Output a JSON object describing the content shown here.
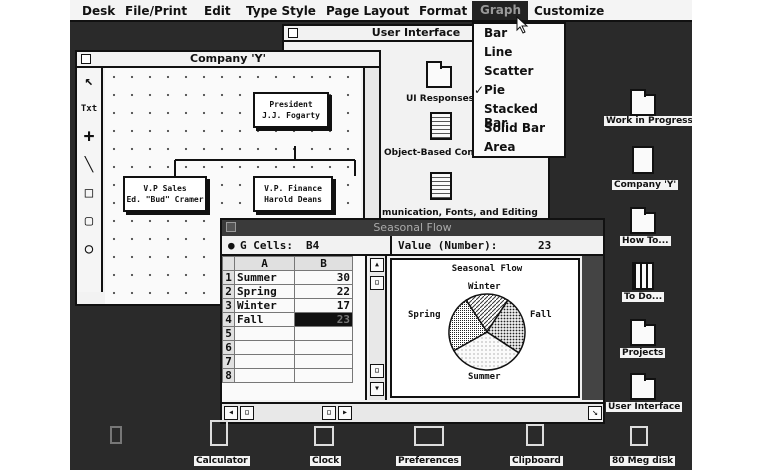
{
  "menubar": {
    "items": [
      "Desk",
      "File/Print",
      "Edit",
      "Type Style",
      "Page Layout",
      "Format",
      "Graph",
      "Customize"
    ],
    "selected": "Graph"
  },
  "graph_menu": {
    "items": [
      "Bar",
      "Line",
      "Scatter",
      "Pie",
      "Stacked Bar",
      "Solid Bar",
      "Area"
    ],
    "checked": "Pie",
    "check_mark": "✓"
  },
  "ui_window": {
    "title": "User Interface",
    "items": [
      "UI Responses",
      "Object-Based Conc",
      "munication, Fonts, and Editing"
    ]
  },
  "org_window": {
    "title": "Company 'Y'",
    "tool_text": "Txt",
    "boxes": [
      {
        "line1": "President",
        "line2": "J.J. Fogarty"
      },
      {
        "line1": "V.P Sales",
        "line2": "Ed. \"Bud\" Cramer"
      },
      {
        "line1": "V.P. Finance",
        "line2": "Harold Deans"
      }
    ]
  },
  "spreadsheet": {
    "title": "Seasonal Flow",
    "cell_label": "G Cells:",
    "cell_ref": "B4",
    "value_label": "Value (Number):",
    "value": "23",
    "col_headers": [
      "A",
      "B"
    ],
    "rows": [
      {
        "n": "1",
        "a": "Summer",
        "b": "30"
      },
      {
        "n": "2",
        "a": "Spring",
        "b": "22"
      },
      {
        "n": "3",
        "a": "Winter",
        "b": "17"
      },
      {
        "n": "4",
        "a": "Fall",
        "b": "23"
      },
      {
        "n": "5",
        "a": "",
        "b": ""
      },
      {
        "n": "6",
        "a": "",
        "b": ""
      },
      {
        "n": "7",
        "a": "",
        "b": ""
      },
      {
        "n": "8",
        "a": "",
        "b": ""
      }
    ]
  },
  "chart_data": {
    "type": "pie",
    "title": "Seasonal Flow",
    "categories": [
      "Winter",
      "Fall",
      "Summer",
      "Spring"
    ],
    "values": [
      17,
      23,
      30,
      22
    ]
  },
  "desktop_icons": [
    {
      "label": "Work in Progress",
      "kind": "folder"
    },
    {
      "label": "Company 'Y'",
      "kind": "document"
    },
    {
      "label": "How To...",
      "kind": "folder"
    },
    {
      "label": "To Do...",
      "kind": "list"
    },
    {
      "label": "Projects",
      "kind": "folder"
    },
    {
      "label": "User Interface",
      "kind": "folder"
    }
  ],
  "dock": [
    {
      "label": "Calculator",
      "icon": "calculator-icon"
    },
    {
      "label": "Clock",
      "icon": "clock-icon"
    },
    {
      "label": "Preferences",
      "icon": "preferences-icon"
    },
    {
      "label": "Clipboard",
      "icon": "clipboard-icon"
    },
    {
      "label": "80 Meg disk",
      "icon": "disk-icon"
    }
  ]
}
